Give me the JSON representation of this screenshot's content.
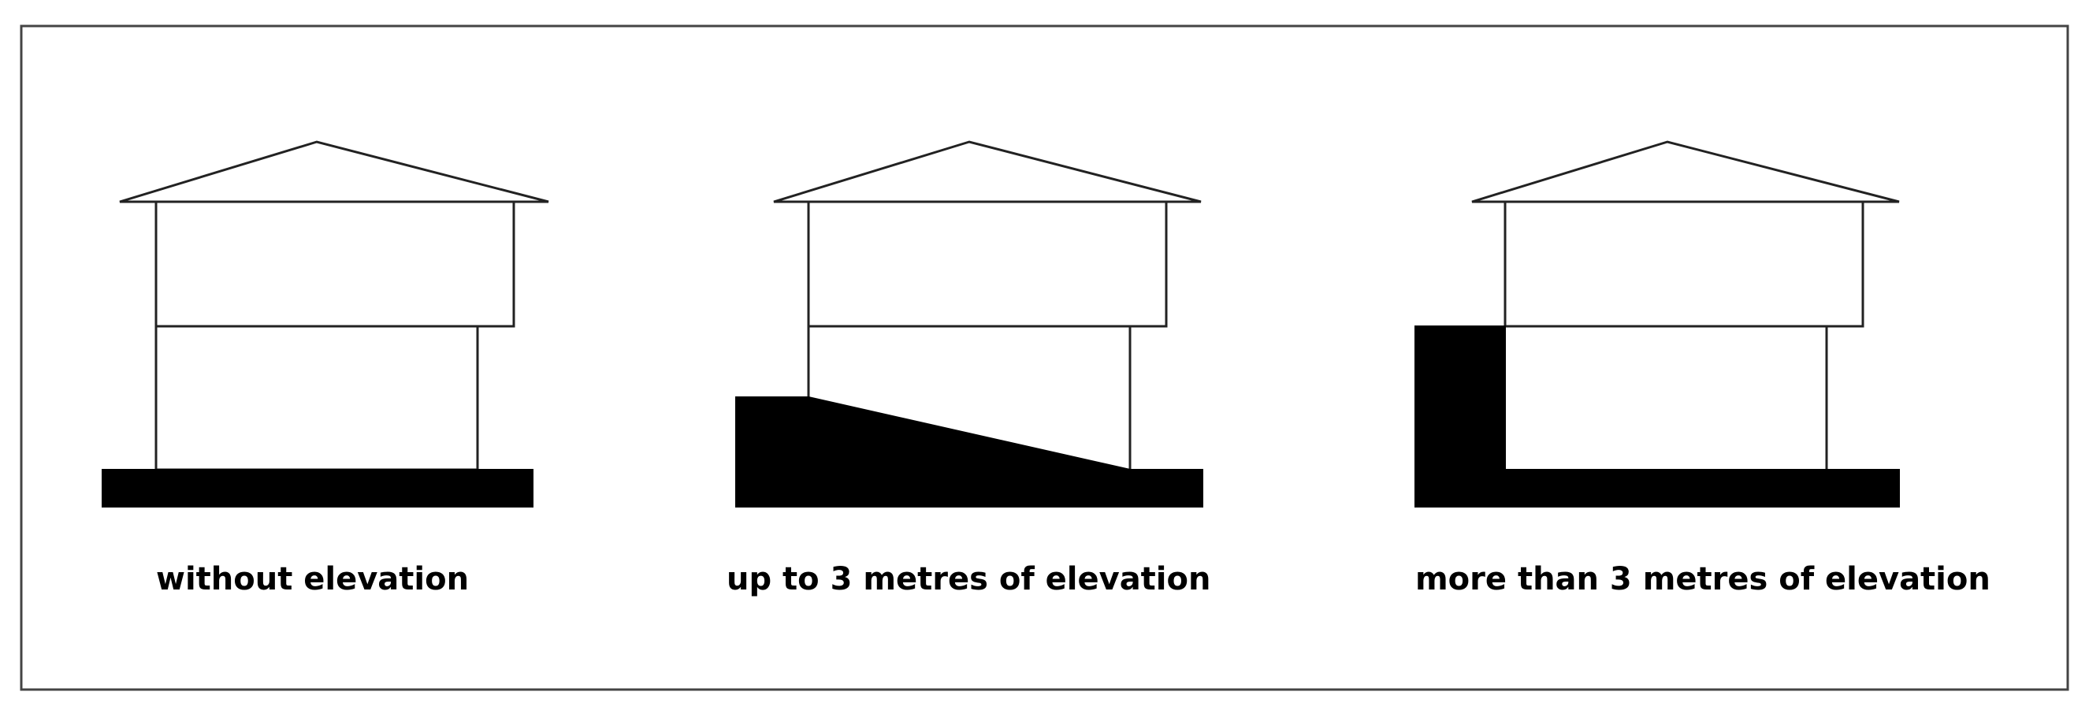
{
  "panels": [
    {
      "caption": "without elevation"
    },
    {
      "caption": "up to 3 metres of elevation"
    },
    {
      "caption": "more than 3 metres of elevation"
    }
  ],
  "colors": {
    "ground": "#000000",
    "lines": "#222222",
    "background": "#ffffff"
  }
}
